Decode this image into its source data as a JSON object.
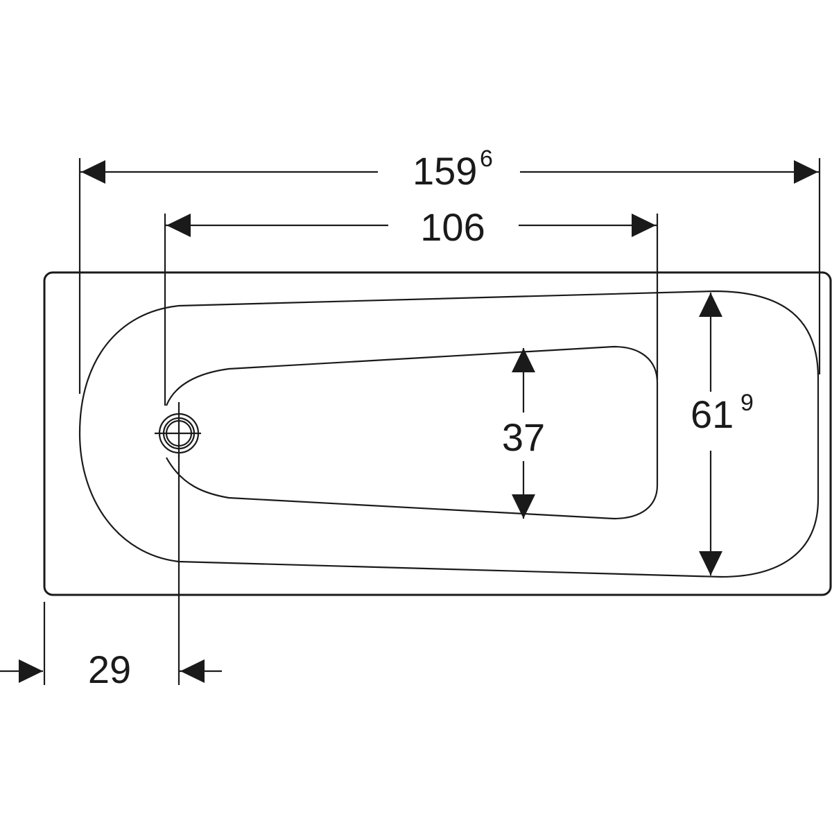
{
  "diagram": {
    "title": "Bathtub dimension drawing",
    "colors": {
      "line": "#1a1a1a",
      "background": "#ffffff"
    },
    "dimensions": {
      "overall_length": {
        "value": "159",
        "sup": "6"
      },
      "inner_length": {
        "value": "106"
      },
      "inner_width": {
        "value": "37"
      },
      "overall_width": {
        "value": "61",
        "sup": "9"
      },
      "drain_offset": {
        "value": "29"
      }
    }
  }
}
